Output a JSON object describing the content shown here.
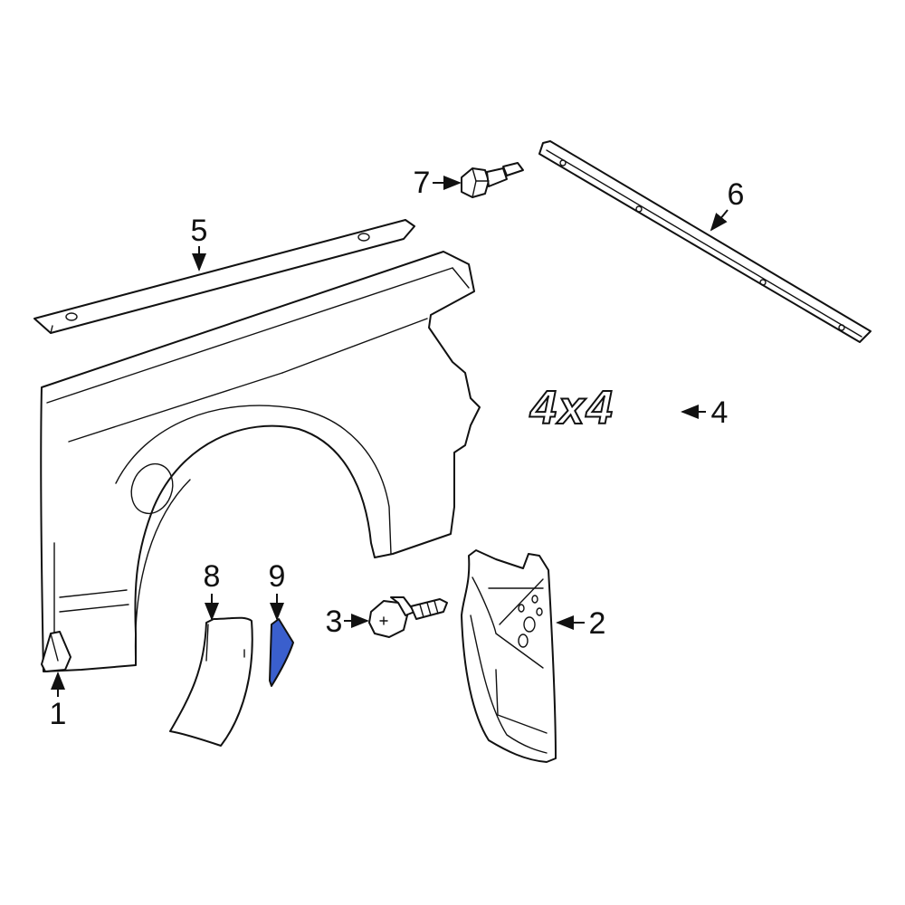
{
  "callouts": [
    "1",
    "2",
    "3",
    "4",
    "5",
    "6",
    "7",
    "8",
    "9"
  ],
  "emblem_text": "4x4",
  "colors": {
    "line": "#111111",
    "highlight_part": "#3a5fcd",
    "background": "#ffffff"
  }
}
